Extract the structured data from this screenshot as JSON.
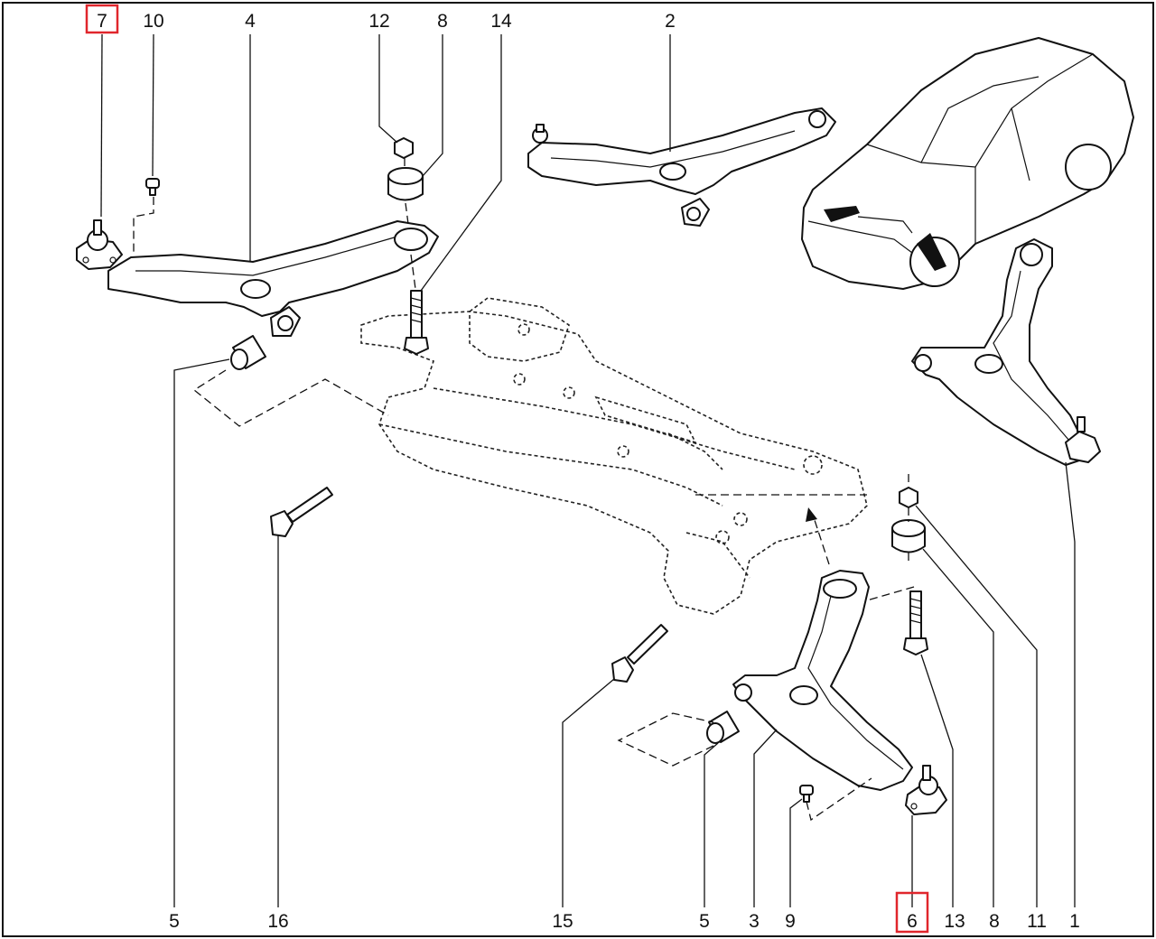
{
  "labels": {
    "top": [
      "7",
      "10",
      "4",
      "12",
      "8",
      "14",
      "2"
    ],
    "bottom": [
      "5",
      "16",
      "15",
      "5",
      "3",
      "9",
      "6",
      "13",
      "8",
      "11",
      "1"
    ]
  },
  "highlighted": [
    "7",
    "6"
  ],
  "colors": {
    "highlight": "#e0262c",
    "line": "#111111",
    "background": "#ffffff"
  }
}
